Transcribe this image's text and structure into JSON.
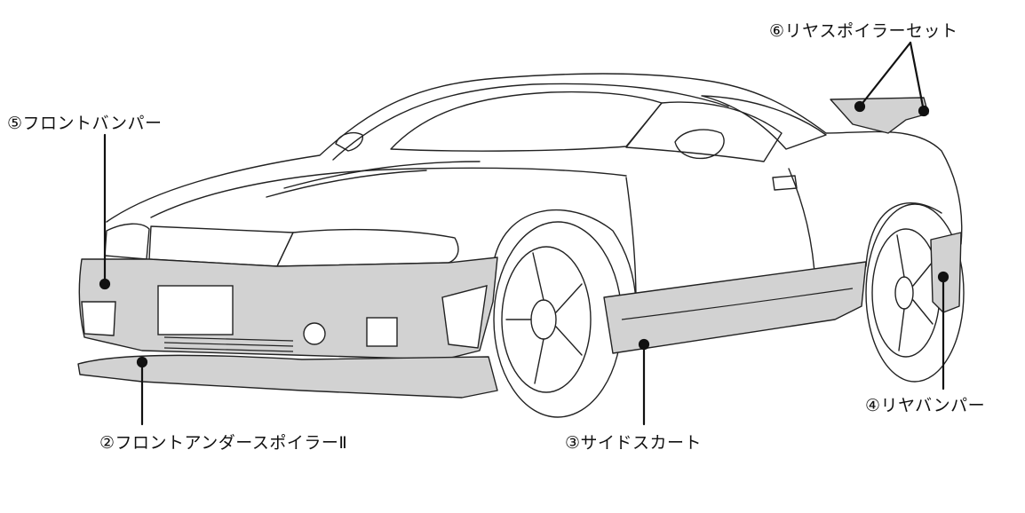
{
  "labels": {
    "front_bumper": "⑤フロントバンパー",
    "rear_spoiler": "⑥リヤスポイラーセット",
    "front_under_spoiler": "②フロントアンダースポイラーⅡ",
    "side_skirt": "③サイドスカート",
    "rear_bumper": "④リヤバンパー"
  },
  "colors": {
    "part_fill": "#d2d2d2",
    "outline": "#222222"
  }
}
